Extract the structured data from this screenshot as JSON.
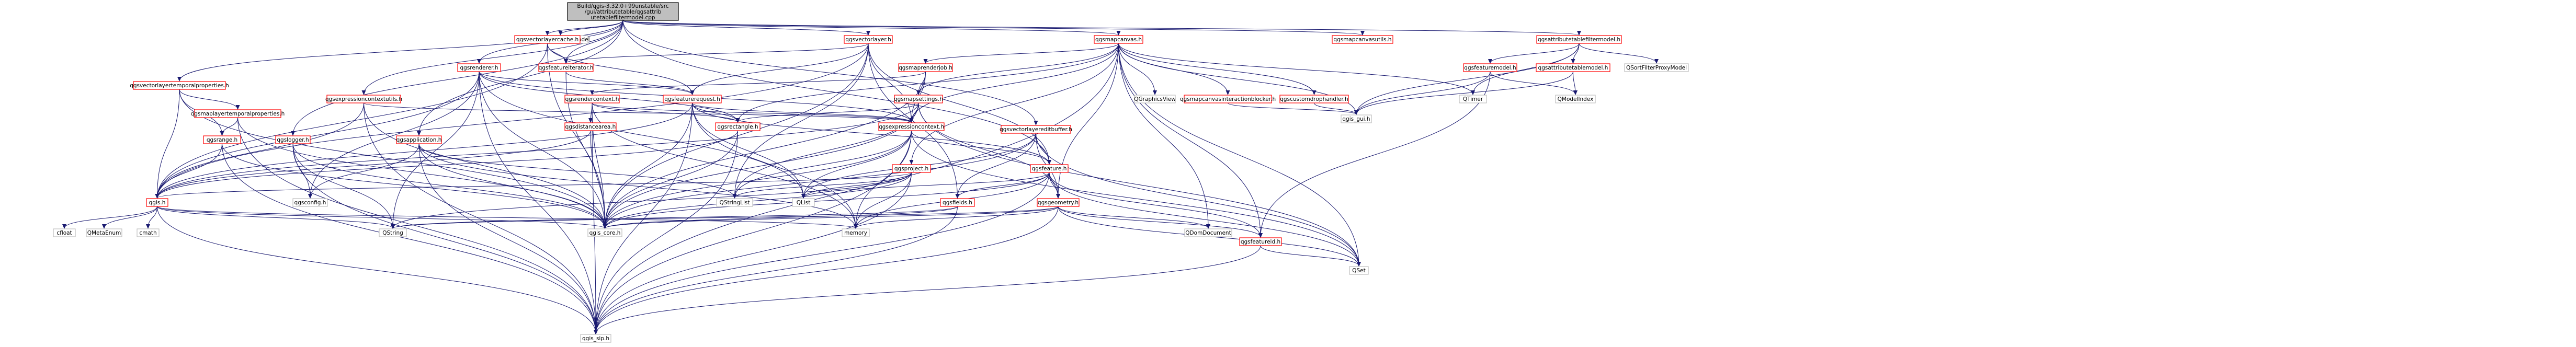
{
  "colors": {
    "edge": "#191970",
    "edge_highlight": "#ff0000",
    "root_fill": "#bfbfbf",
    "root_stroke": "#000000",
    "node_fill": "#ffffff",
    "node_stroke_linked": "#ff0000",
    "node_stroke_leaf": "#bfbfbf"
  },
  "root": "Build/qgis-3.32.0+99unstable/src/gui/attributetable/qgsattributetablefiltermodel.cpp",
  "nodes": [
    {
      "id": "root",
      "label": "Build/qgis-3.32.0+99unstable/src/gui/attributetable/qgsattributetablefiltermodel.cpp",
      "kind": "root"
    },
    {
      "id": "QItemSelectionModel",
      "label": "QItemSelectionModel",
      "kind": "leaf"
    },
    {
      "id": "qgsvectorlayertemporalproperties",
      "label": "qgsvectorlayertemporalproperties.h",
      "kind": "linked"
    },
    {
      "id": "qgsvectorlayercache",
      "label": "qgsvectorlayercache.h",
      "kind": "linked"
    },
    {
      "id": "qgsrenderer",
      "label": "qgsrenderer.h",
      "kind": "linked"
    },
    {
      "id": "qgsexpressioncontextutils",
      "label": "qgsexpressioncontextutils.h",
      "kind": "linked"
    },
    {
      "id": "qgsmaplayertemporalproperties",
      "label": "qgsmaplayertemporalproperties.h",
      "kind": "linked"
    },
    {
      "id": "qgsrange",
      "label": "qgsrange.h",
      "kind": "linked"
    },
    {
      "id": "qgslogger",
      "label": "qgslogger.h",
      "kind": "linked"
    },
    {
      "id": "qgsapplication",
      "label": "qgsapplication.h",
      "kind": "linked"
    },
    {
      "id": "qgsvectorlayer",
      "label": "qgsvectorlayer.h",
      "kind": "linked"
    },
    {
      "id": "qgsfeatureiterator",
      "label": "qgsfeatureiterator.h",
      "kind": "linked"
    },
    {
      "id": "qgsmaprenderjob",
      "label": "qgsmaprenderjob.h",
      "kind": "linked"
    },
    {
      "id": "qgsrendercontext",
      "label": "qgsrendercontext.h",
      "kind": "linked"
    },
    {
      "id": "qgsfeaturerequest",
      "label": "qgsfeaturerequest.h",
      "kind": "linked"
    },
    {
      "id": "qgsmapsettings",
      "label": "qgsmapsettings.h",
      "kind": "linked"
    },
    {
      "id": "qgsdistancearea",
      "label": "qgsdistancearea.h",
      "kind": "linked"
    },
    {
      "id": "qgsrectangle",
      "label": "qgsrectangle.h",
      "kind": "linked"
    },
    {
      "id": "qgsexpressioncontext",
      "label": "qgsexpressioncontext.h",
      "kind": "linked"
    },
    {
      "id": "qgsproject",
      "label": "qgsproject.h",
      "kind": "linked"
    },
    {
      "id": "qgsmapcanvas",
      "label": "qgsmapcanvas.h",
      "kind": "linked"
    },
    {
      "id": "QGraphicsView",
      "label": "QGraphicsView",
      "kind": "leaf"
    },
    {
      "id": "qgsmapcanvasinteractionblocker",
      "label": "qgsmapcanvasinteractionblocker.h",
      "kind": "linked"
    },
    {
      "id": "qgscustomdrophandler",
      "label": "qgscustomdrophandler.h",
      "kind": "linked"
    },
    {
      "id": "qgsmapcanvasutils",
      "label": "qgsmapcanvasutils.h",
      "kind": "linked"
    },
    {
      "id": "qgsattributetablefiltermodel",
      "label": "qgsattributetablefiltermodel.h",
      "kind": "linked"
    },
    {
      "id": "QTimer",
      "label": "QTimer",
      "kind": "leaf"
    },
    {
      "id": "qgsfeaturemodel",
      "label": "qgsfeaturemodel.h",
      "kind": "linked"
    },
    {
      "id": "qgsattributetablemodel",
      "label": "qgsattributetablemodel.h",
      "kind": "linked"
    },
    {
      "id": "QSortFilterProxyModel",
      "label": "QSortFilterProxyModel",
      "kind": "leaf"
    },
    {
      "id": "QModelIndex",
      "label": "QModelIndex",
      "kind": "leaf"
    },
    {
      "id": "qgis_gui",
      "label": "qgis_gui.h",
      "kind": "leaf"
    },
    {
      "id": "qgsvectorlayereditbuffer",
      "label": "qgsvectorlayereditbuffer.h",
      "kind": "linked"
    },
    {
      "id": "qgsfeature",
      "label": "qgsfeature.h",
      "kind": "linked"
    },
    {
      "id": "qgsgeometry",
      "label": "qgsgeometry.h",
      "kind": "linked"
    },
    {
      "id": "qgsfields",
      "label": "qgsfields.h",
      "kind": "linked"
    },
    {
      "id": "qgsfeatureid",
      "label": "qgsfeatureid.h",
      "kind": "linked"
    },
    {
      "id": "qgs",
      "label": "qgis.h",
      "kind": "linked"
    },
    {
      "id": "qgsconfig",
      "label": "qgsconfig.h",
      "kind": "leaf"
    },
    {
      "id": "QStringList",
      "label": "QStringList",
      "kind": "leaf"
    },
    {
      "id": "QList",
      "label": "QList",
      "kind": "leaf"
    },
    {
      "id": "QString",
      "label": "QString",
      "kind": "leaf"
    },
    {
      "id": "qgis_core",
      "label": "qgis_core.h",
      "kind": "leaf"
    },
    {
      "id": "memory",
      "label": "memory",
      "kind": "leaf"
    },
    {
      "id": "QDomDocument",
      "label": "QDomDocument",
      "kind": "leaf"
    },
    {
      "id": "QSet",
      "label": "QSet",
      "kind": "leaf"
    },
    {
      "id": "qgis_sip",
      "label": "qgis_sip.h",
      "kind": "leaf"
    },
    {
      "id": "QMetaEnum",
      "label": "QMetaEnum",
      "kind": "leaf"
    },
    {
      "id": "cfloat",
      "label": "cfloat",
      "kind": "leaf"
    },
    {
      "id": "cmath",
      "label": "cmath",
      "kind": "leaf"
    }
  ],
  "edges": [
    [
      "root",
      "QItemSelectionModel"
    ],
    [
      "root",
      "qgsvectorlayertemporalproperties"
    ],
    [
      "root",
      "qgsvectorlayercache"
    ],
    [
      "root",
      "qgsrenderer"
    ],
    [
      "root",
      "qgsexpressioncontextutils"
    ],
    [
      "root",
      "qgslogger"
    ],
    [
      "root",
      "qgsapplication"
    ],
    [
      "root",
      "qgsvectorlayer"
    ],
    [
      "root",
      "qgsfeatureiterator"
    ],
    [
      "root",
      "qgsmapcanvas"
    ],
    [
      "root",
      "qgsmapcanvasutils"
    ],
    [
      "root",
      "qgsattributetablefiltermodel"
    ],
    [
      "root",
      "qgsvectorlayereditbuffer"
    ],
    [
      "root",
      "qgsfeature"
    ],
    [
      "qgsvectorlayertemporalproperties",
      "qgsmaplayertemporalproperties"
    ],
    [
      "qgsvectorlayertemporalproperties",
      "qgsrange"
    ],
    [
      "qgsvectorlayertemporalproperties",
      "qgs"
    ],
    [
      "qgsvectorlayertemporalproperties",
      "qgis_core"
    ],
    [
      "qgsmaplayertemporalproperties",
      "qgsrange"
    ],
    [
      "qgsmaplayertemporalproperties",
      "qgis_sip"
    ],
    [
      "qgsmaplayertemporalproperties",
      "qgis_core"
    ],
    [
      "qgsrange",
      "qgs"
    ],
    [
      "qgsrange",
      "qgis_sip"
    ],
    [
      "qgsrange",
      "qgis_core"
    ],
    [
      "qgsvectorlayercache",
      "qgsfeatureiterator"
    ],
    [
      "qgsvectorlayercache",
      "qgsfeaturerequest"
    ],
    [
      "qgsvectorlayercache",
      "qgis_core"
    ],
    [
      "qgsvectorlayercache",
      "qgs"
    ],
    [
      "qgsrenderer",
      "qgis_core"
    ],
    [
      "qgsrenderer",
      "qgis_sip"
    ],
    [
      "qgsrenderer",
      "qgs"
    ],
    [
      "qgsrenderer",
      "qgsfeaturerequest"
    ],
    [
      "qgsrenderer",
      "qgsrectangle"
    ],
    [
      "qgsrenderer",
      "QList"
    ],
    [
      "qgsrenderer",
      "QString"
    ],
    [
      "qgsrenderer",
      "qgsconfig"
    ],
    [
      "qgsrenderer",
      "qgsexpressioncontext"
    ],
    [
      "qgsexpressioncontextutils",
      "qgsexpressioncontext"
    ],
    [
      "qgsexpressioncontextutils",
      "qgis_core"
    ],
    [
      "qgsexpressioncontextutils",
      "qgs"
    ],
    [
      "qgsexpressioncontextutils",
      "qgis_sip"
    ],
    [
      "qgslogger",
      "qgis_core"
    ],
    [
      "qgslogger",
      "qgsconfig"
    ],
    [
      "qgslogger",
      "QString"
    ],
    [
      "qgslogger",
      "qgis_sip"
    ],
    [
      "qgsapplication",
      "qgis_core"
    ],
    [
      "qgsapplication",
      "qgis_sip"
    ],
    [
      "qgsapplication",
      "qgsconfig"
    ],
    [
      "qgsapplication",
      "QStringList"
    ],
    [
      "qgsapplication",
      "memory"
    ],
    [
      "qgsvectorlayer",
      "qgsfeatureiterator"
    ],
    [
      "qgsvectorlayer",
      "qgsfeaturerequest"
    ],
    [
      "qgsvectorlayer",
      "qgsexpressioncontext"
    ],
    [
      "qgsvectorlayer",
      "qgsfeature"
    ],
    [
      "qgsvectorlayer",
      "qgsfields"
    ],
    [
      "qgsvectorlayer",
      "QStringList"
    ],
    [
      "qgsvectorlayer",
      "qgis_core"
    ],
    [
      "qgsvectorlayer",
      "qgs"
    ],
    [
      "qgsfeatureiterator",
      "qgsfeaturerequest"
    ],
    [
      "qgsfeatureiterator",
      "qgis_core"
    ],
    [
      "qgsmapcanvas",
      "qgsmaprenderjob"
    ],
    [
      "qgsmapcanvas",
      "qgsmapsettings"
    ],
    [
      "qgsmapcanvas",
      "qgsproject"
    ],
    [
      "qgsmapcanvas",
      "QGraphicsView"
    ],
    [
      "qgsmapcanvas",
      "qgsmapcanvasinteractionblocker"
    ],
    [
      "qgsmapcanvas",
      "qgscustomdrophandler"
    ],
    [
      "qgsmapcanvas",
      "QTimer"
    ],
    [
      "qgsmapcanvas",
      "qgis_gui"
    ],
    [
      "qgsmapcanvas",
      "qgsrectangle"
    ],
    [
      "qgsmapcanvas",
      "qgsexpressioncontext"
    ],
    [
      "qgsmapcanvas",
      "qgsfeatureid"
    ],
    [
      "qgsmapcanvas",
      "qgsgeometry"
    ],
    [
      "qgsmapcanvas",
      "QDomDocument"
    ],
    [
      "qgsmapcanvas",
      "qgis_sip"
    ],
    [
      "qgsmapcanvas",
      "QSet"
    ],
    [
      "qgsmaprenderjob",
      "qgsrendercontext"
    ],
    [
      "qgsmaprenderjob",
      "qgsmapsettings"
    ],
    [
      "qgsmaprenderjob",
      "qgsexpressioncontext"
    ],
    [
      "qgsmaprenderjob",
      "qgis_core"
    ],
    [
      "qgsrendercontext",
      "qgsdistancearea"
    ],
    [
      "qgsrendercontext",
      "qgsrectangle"
    ],
    [
      "qgsrendercontext",
      "qgsexpressioncontext"
    ],
    [
      "qgsrendercontext",
      "qgis_core"
    ],
    [
      "qgsrendercontext",
      "qgis_sip"
    ],
    [
      "qgsrendercontext",
      "memory"
    ],
    [
      "qgsfeaturerequest",
      "qgsrectangle"
    ],
    [
      "qgsfeaturerequest",
      "qgsexpressioncontext"
    ],
    [
      "qgsfeaturerequest",
      "qgsfeature"
    ],
    [
      "qgsfeaturerequest",
      "qgs"
    ],
    [
      "qgsfeaturerequest",
      "qgis_core"
    ],
    [
      "qgsfeaturerequest",
      "QList"
    ],
    [
      "qgsfeaturerequest",
      "memory"
    ],
    [
      "qgsfeaturerequest",
      "qgis_sip"
    ],
    [
      "qgsmapsettings",
      "qgsrectangle"
    ],
    [
      "qgsmapsettings",
      "qgsexpressioncontext"
    ],
    [
      "qgsmapsettings",
      "qgsgeometry"
    ],
    [
      "qgsmapsettings",
      "QStringList"
    ],
    [
      "qgsmapsettings",
      "qgis_core"
    ],
    [
      "qgsmapsettings",
      "qgs"
    ],
    [
      "qgsmapsettings",
      "QSet"
    ],
    [
      "qgsdistancearea",
      "qgs"
    ],
    [
      "qgsdistancearea",
      "qgis_core"
    ],
    [
      "qgsrectangle",
      "qgs"
    ],
    [
      "qgsrectangle",
      "qgis_core"
    ],
    [
      "qgsrectangle",
      "qgis_sip"
    ],
    [
      "qgsexpressioncontext",
      "qgsfeature"
    ],
    [
      "qgsexpressioncontext",
      "QStringList"
    ],
    [
      "qgsexpressioncontext",
      "QList"
    ],
    [
      "qgsexpressioncontext",
      "qgis_core"
    ],
    [
      "qgsexpressioncontext",
      "qgis_sip"
    ],
    [
      "qgsexpressioncontext",
      "memory"
    ],
    [
      "qgsexpressioncontext",
      "QSet"
    ],
    [
      "qgsproject",
      "QList"
    ],
    [
      "qgsproject",
      "QStringList"
    ],
    [
      "qgsproject",
      "qgis_core"
    ],
    [
      "qgsproject",
      "qgis_sip"
    ],
    [
      "qgsproject",
      "qgs"
    ],
    [
      "qgsproject",
      "memory"
    ],
    [
      "qgsproject",
      "QString"
    ],
    [
      "qgsmapcanvasinteractionblocker",
      "qgis_gui"
    ],
    [
      "qgscustomdrophandler",
      "qgis_gui"
    ],
    [
      "qgsattributetablefiltermodel",
      "QTimer"
    ],
    [
      "qgsattributetablefiltermodel",
      "qgsfeaturemodel"
    ],
    [
      "qgsattributetablefiltermodel",
      "qgsattributetablemodel"
    ],
    [
      "qgsattributetablefiltermodel",
      "QSortFilterProxyModel"
    ],
    [
      "qgsattributetablefiltermodel",
      "qgis_gui"
    ],
    [
      "qgsfeaturemodel",
      "qgis_gui"
    ],
    [
      "qgsfeaturemodel",
      "QModelIndex"
    ],
    [
      "qgsfeaturemodel",
      "qgsfeatureid"
    ],
    [
      "qgsattributetablemodel",
      "qgis_gui"
    ],
    [
      "qgsattributetablemodel",
      "QModelIndex"
    ],
    [
      "qgsvectorlayereditbuffer",
      "qgsfeature"
    ],
    [
      "qgsvectorlayereditbuffer",
      "qgsgeometry"
    ],
    [
      "qgsvectorlayereditbuffer",
      "qgsfields"
    ],
    [
      "qgsvectorlayereditbuffer",
      "QList"
    ],
    [
      "qgsvectorlayereditbuffer",
      "qgis_core"
    ],
    [
      "qgsvectorlayereditbuffer",
      "QSet"
    ],
    [
      "qgsfeature",
      "qgsfields"
    ],
    [
      "qgsfeature",
      "qgsgeometry"
    ],
    [
      "qgsfeature",
      "qgsfeatureid"
    ],
    [
      "qgsfeature",
      "QList"
    ],
    [
      "qgsfeature",
      "qgis_core"
    ],
    [
      "qgsfeature",
      "qgis_sip"
    ],
    [
      "qgsfeature",
      "memory"
    ],
    [
      "qgsfeature",
      "QSet"
    ],
    [
      "qgsgeometry",
      "QDomDocument"
    ],
    [
      "qgsgeometry",
      "QSet"
    ],
    [
      "qgsgeometry",
      "qgis_core"
    ],
    [
      "qgsgeometry",
      "qgis_sip"
    ],
    [
      "qgsgeometry",
      "qgsfeatureid"
    ],
    [
      "qgsgeometry",
      "memory"
    ],
    [
      "qgsgeometry",
      "QString"
    ],
    [
      "qgsfields",
      "qgis_core"
    ],
    [
      "qgsfields",
      "qgis_sip"
    ],
    [
      "qgsfields",
      "QString"
    ],
    [
      "qgsfeatureid",
      "QSet"
    ],
    [
      "qgsfeatureid",
      "qgis_sip"
    ],
    [
      "qgs",
      "QMetaEnum"
    ],
    [
      "qgs",
      "cfloat"
    ],
    [
      "qgs",
      "memory"
    ],
    [
      "qgs",
      "cmath"
    ],
    [
      "qgs",
      "qgis_sip"
    ],
    [
      "qgs",
      "qgis_core"
    ],
    [
      "qgs",
      "QString"
    ]
  ]
}
